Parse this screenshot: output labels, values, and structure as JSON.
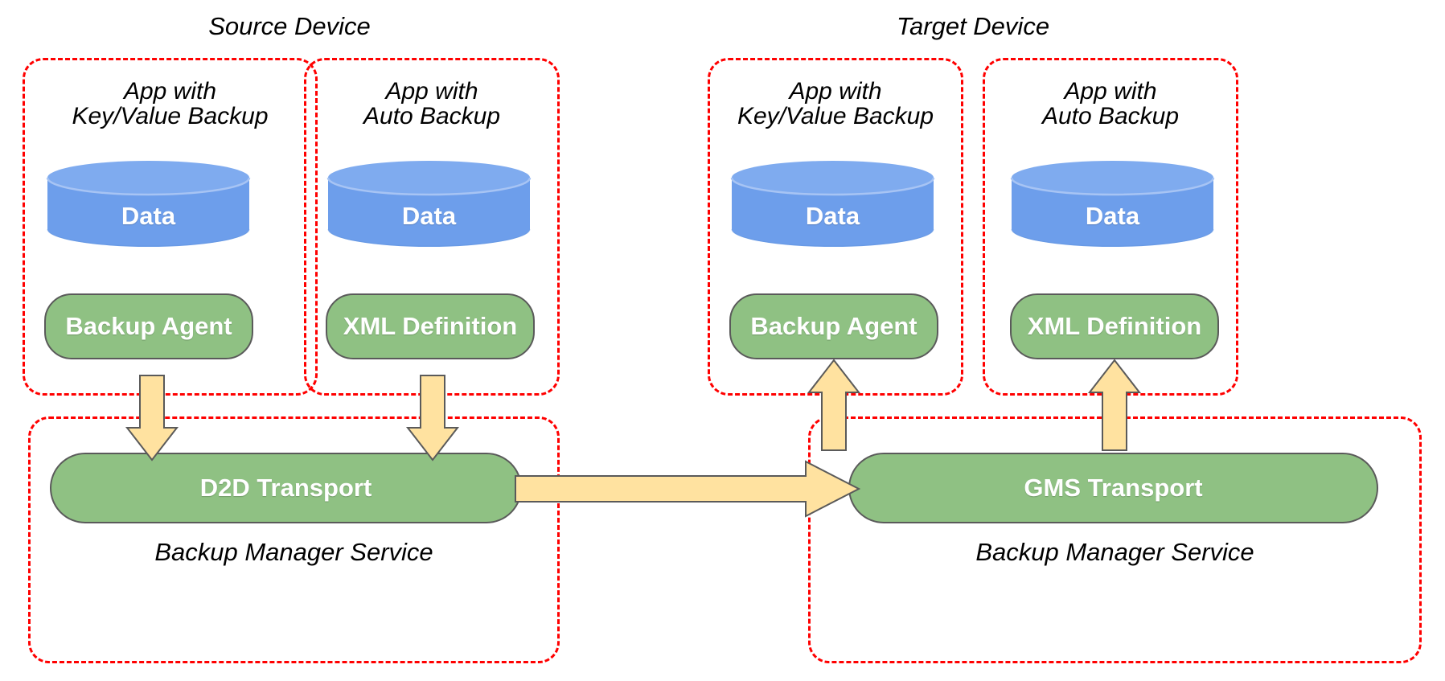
{
  "diagram": {
    "title_left": "Source Device",
    "title_right": "Target Device",
    "palette": {
      "dashed_border": "#ff0000",
      "cylinder_fill": "#6d9eeb",
      "cylinder_top": "#7fabef",
      "pill_fill": "#8fc183",
      "pill_stroke": "#5a5a5a",
      "arrow_fill": "#ffe2a0",
      "arrow_stroke": "#5a5a5a",
      "text_dark": "#000000",
      "text_light": "#ffffff"
    }
  },
  "source_device": {
    "label": "Source Device",
    "apps": [
      {
        "caption_line1": "App with",
        "caption_line2": "Key/Value Backup",
        "data_label": "Data",
        "component_label": "Backup Agent"
      },
      {
        "caption_line1": "App with",
        "caption_line2": "Auto Backup",
        "data_label": "Data",
        "component_label": "XML Definition"
      }
    ],
    "service": {
      "transport_label": "D2D Transport",
      "caption": "Backup Manager Service"
    }
  },
  "target_device": {
    "label": "Target Device",
    "apps": [
      {
        "caption_line1": "App with",
        "caption_line2": "Key/Value Backup",
        "data_label": "Data",
        "component_label": "Backup Agent"
      },
      {
        "caption_line1": "App with",
        "caption_line2": "Auto Backup",
        "data_label": "Data",
        "component_label": "XML Definition"
      }
    ],
    "service": {
      "transport_label": "GMS Transport",
      "caption": "Backup Manager Service"
    }
  },
  "flows": [
    {
      "name": "source-backup-agent-to-d2d",
      "direction": "down"
    },
    {
      "name": "source-xml-definition-to-d2d",
      "direction": "down"
    },
    {
      "name": "d2d-to-gms",
      "direction": "right"
    },
    {
      "name": "gms-to-target-backup-agent",
      "direction": "up"
    },
    {
      "name": "gms-to-target-xml-definition",
      "direction": "up"
    }
  ]
}
